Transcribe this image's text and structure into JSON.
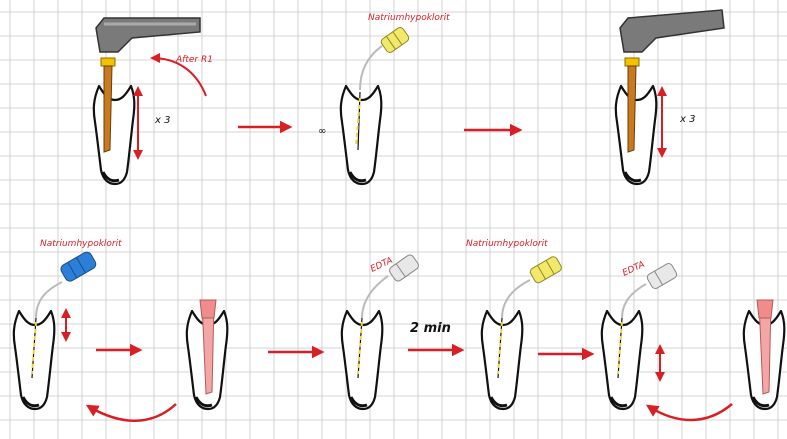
{
  "labels": {
    "after_r1": "After R1",
    "times3_a": "x 3",
    "times3_b": "x 3",
    "hypochlorite_1": "Natriumhypoklorit",
    "hypochlorite_2": "Natriumhypoklorit",
    "hypochlorite_3": "Natriumhypoklorit",
    "edta_1": "EDTA",
    "edta_2": "EDTA",
    "two_min": "2 min"
  },
  "colors": {
    "grid": "#c8c8c8",
    "arrow_red": "#d81f26",
    "handpiece_dark": "#6d6d6d",
    "handpiece_light": "#9a9a9a",
    "file_brass": "#c97a1e",
    "file_gold": "#f2c100",
    "tip_yellow": "#f4e86a",
    "tip_blue": "#2b7fd8",
    "tip_white": "#e8e8e8",
    "paper_point": "#f4a6a6",
    "gutta_canal": "#f0c7a0",
    "ink": "#111111"
  },
  "icons": {
    "handpiece": "endo-motor-handpiece-icon",
    "syringe": "irrigation-syringe-icon",
    "tooth": "tooth-cross-section-icon"
  }
}
